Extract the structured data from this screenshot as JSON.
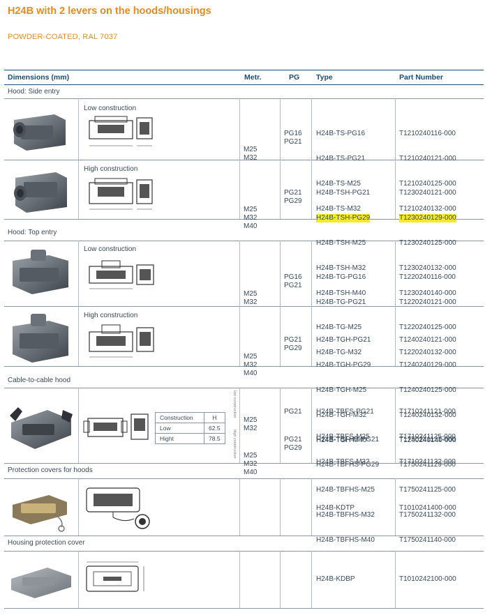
{
  "title": "H24B with 2 levers on the hoods/housings",
  "subtitle": "POWDER-COATED, RAL 7037",
  "header": {
    "dimensions": "Dimensions (mm)",
    "metr": "Metr.",
    "pg": "PG",
    "type": "Type",
    "part": "Part Number"
  },
  "sections": {
    "side": "Hood: Side entry",
    "top": "Hood: Top entry",
    "cable": "Cable-to-cable hood",
    "covers": "Protection covers for hoods",
    "housing": "Housing protection cover"
  },
  "rows": [
    {
      "construction": "Low construction",
      "pg": [
        "PG16",
        "PG21"
      ],
      "metr": [
        "M25",
        "M32"
      ],
      "types": [
        "H24B-TS-PG16",
        "H24B-TS-PG21",
        "H24B-TS-M25",
        "H24B-TS-M32"
      ],
      "parts": [
        "T1210240116-000",
        "T1210240121-000",
        "T1210240125-000",
        "T1210240132-000"
      ]
    },
    {
      "construction": "High construction",
      "pg": [
        "PG21",
        "PG29"
      ],
      "metr": [
        "M25",
        "M32",
        "M40"
      ],
      "types": [
        "H24B-TSH-PG21",
        "H24B-TSH-PG29",
        "H24B-TSH-M25",
        "H24B-TSH-M32",
        "H24B-TSH-M40"
      ],
      "parts": [
        "T1230240121-000",
        "T1230240129-000",
        "T1230240125-000",
        "T1230240132-000",
        "T1230240140-000"
      ]
    },
    {
      "construction": "Low construction",
      "pg": [
        "PG16",
        "PG21"
      ],
      "metr": [
        "M25",
        "M32"
      ],
      "types": [
        "H24B-TG-PG16",
        "H24B-TG-PG21",
        "H24B-TG-M25",
        "H24B-TG-M32"
      ],
      "parts": [
        "T1220240116-000",
        "T1220240121-000",
        "T1220240125-000",
        "T1220240132-000"
      ]
    },
    {
      "construction": "High construction",
      "pg": [
        "PG21",
        "PG29"
      ],
      "metr": [
        "M25",
        "M32",
        "M40"
      ],
      "types": [
        "H24B-TGH-PG21",
        "H24B-TGH-PG29",
        "H24B-TGH-M25",
        "H24B-TGH-M32",
        "H24B-TGH-M40"
      ],
      "parts": [
        "T1240240121-000",
        "T1240240129-000",
        "T1240240125-000",
        "T1240240132-000",
        "T1240240140-000"
      ]
    }
  ],
  "cable": {
    "table": {
      "head": [
        "Construction",
        "H"
      ],
      "rows": [
        [
          "Low",
          "62.5"
        ],
        [
          "Hight",
          "78.5"
        ]
      ]
    },
    "vlabel_low": "low construction",
    "vlabel_high": "high construction",
    "metr_a": [
      "M25",
      "M32"
    ],
    "metr_b": [
      "M25",
      "M32",
      "M40"
    ],
    "pg_a": [
      "PG21"
    ],
    "pg_b": [
      "PG21",
      "PG29"
    ],
    "types_a": [
      "H24B-TBFS-PG21",
      "H24B-TBFS-M25",
      "H24B-TBFS-M32"
    ],
    "types_b": [
      "H24B-TBFHS-PG21",
      "H24B-TBFHS-PG29",
      "H24B-TBFHS-M25",
      "H24B-TBFHS-M32",
      "H24B-TBFHS-M40"
    ],
    "parts_a": [
      "T1710241121-000",
      "T1710241125-000",
      "T1710241132-000"
    ],
    "parts_b": [
      "T1750241121-000",
      "T1750241129-000",
      "T1750241125-000",
      "T1750241132-000",
      "T1750241140-000"
    ]
  },
  "covers": {
    "type": "H24B-KDTP",
    "part": "T1010241400-000"
  },
  "housing": {
    "type": "H24B-KDBP",
    "part": "T1010242100-000"
  },
  "highlight_row": "H24B-TSH-PG29",
  "colors": {
    "accent": "#e88b1f",
    "header": "#1a4b7a",
    "highlight": "#f3ea2a"
  }
}
